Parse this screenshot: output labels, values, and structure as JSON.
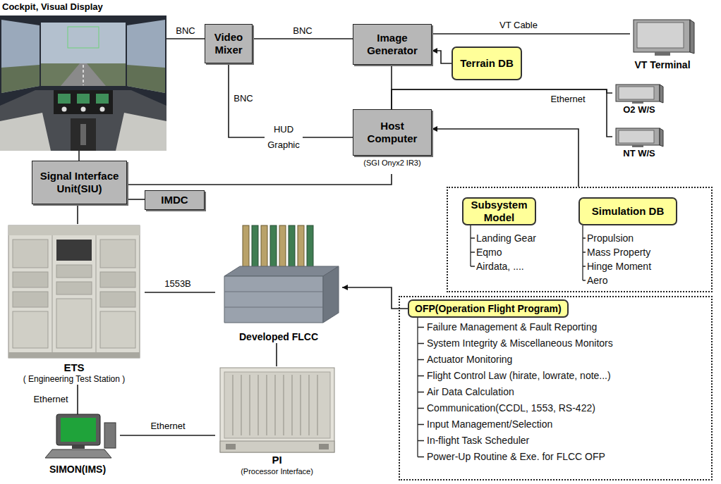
{
  "diagram": {
    "nodes": [
      {
        "text": [
          "Cockpit, Visual Display"
        ]
      },
      {
        "text": [
          "Video Mixer"
        ]
      },
      {
        "text": [
          "Image Generator"
        ]
      },
      {
        "text": [
          "Terrain DB"
        ]
      },
      {
        "text": [
          "VT Terminal"
        ]
      },
      {
        "text": [
          "Host Computer",
          "(SGI Onyx2 IR3)"
        ]
      },
      {
        "text": [
          "O2 W/S"
        ]
      },
      {
        "text": [
          "NT W/S"
        ]
      },
      {
        "text": []
      },
      {
        "text": [
          "Subsystem Model",
          "Landing Gear",
          "Eqmo",
          "Airdata, ...."
        ],
        "in": 8
      },
      {
        "text": [
          "Simulation DB",
          "Propulsion",
          "Mass Property",
          "Hinge Moment",
          "Aero"
        ],
        "in": 8
      },
      {
        "text": [
          "Signal Interface Unit(SIU)"
        ]
      },
      {
        "text": [
          "IMDC"
        ]
      },
      {
        "text": [
          "ETS",
          "( Engineering Test Station )"
        ]
      },
      {
        "text": [
          "Developed FLCC"
        ]
      },
      {
        "text": []
      },
      {
        "text": [
          "OFP(Operation Flight Program)",
          "Failure Management & Fault Reporting",
          "System Integrity & Miscellaneous Monitors",
          "Actuator Monitoring",
          "Flight Control Law (hirate, lowrate, note...)",
          "Air Data Calculation",
          "Communication(CCDL, 1553, RS-422)",
          "Input Management/Selection",
          "In-flight Task Scheduler",
          "Power-Up Routine & Exe. for FLCC OFP"
        ],
        "in": 15
      },
      {
        "text": [
          "SIMON(IMS)"
        ]
      },
      {
        "text": [
          "PI",
          "(Processor Interface)"
        ]
      }
    ],
    "edges": [
      {
        "from": 0,
        "to": 1,
        "arrow": "none",
        "label": "BNC"
      },
      {
        "from": 1,
        "to": 2,
        "arrow": "none",
        "label": "BNC"
      },
      {
        "from": 2,
        "to": 4,
        "arrow": "none",
        "label": "VT Cable"
      },
      {
        "from": 3,
        "to": 2,
        "arrow": "to"
      },
      {
        "from": 1,
        "to": 5,
        "arrow": "none",
        "label": "HUD Graphic"
      },
      {
        "from": 2,
        "to": 5,
        "arrow": "none"
      },
      {
        "from": 5,
        "to": 6,
        "arrow": "none",
        "label": "Ethernet"
      },
      {
        "from": 5,
        "to": 7,
        "arrow": "none"
      },
      {
        "from": 8,
        "to": 5,
        "arrow": "to"
      },
      {
        "from": 0,
        "to": 11,
        "arrow": "none"
      },
      {
        "from": 11,
        "to": 5,
        "arrow": "none"
      },
      {
        "from": 11,
        "to": 12,
        "arrow": "none"
      },
      {
        "from": 11,
        "to": 13,
        "arrow": "none"
      },
      {
        "from": 13,
        "to": 14,
        "arrow": "none",
        "label": "1553B"
      },
      {
        "from": 16,
        "to": 14,
        "arrow": "to"
      },
      {
        "from": 13,
        "to": 17,
        "arrow": "none",
        "label": "Ethernet"
      },
      {
        "from": 14,
        "to": 18,
        "arrow": "none"
      },
      {
        "from": 17,
        "to": 18,
        "arrow": "none",
        "label": "Ethernet"
      }
    ],
    "labels": [
      "BNC"
    ]
  }
}
